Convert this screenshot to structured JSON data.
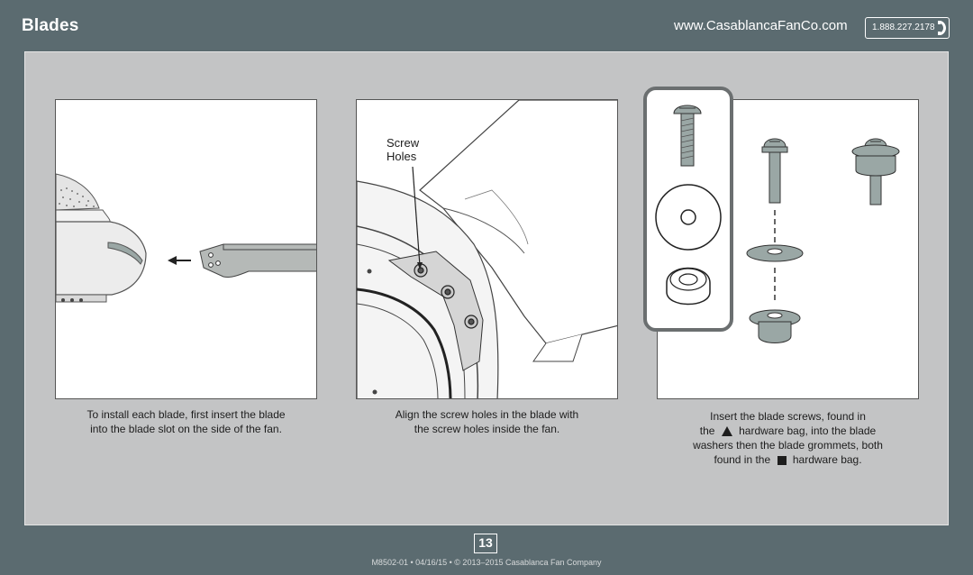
{
  "header": {
    "title": "Blades",
    "website": "www.CasablancaFanCo.com",
    "phone": "1.888.227.2178"
  },
  "steps": [
    {
      "caption_lines": [
        "To install each blade, first insert the blade",
        "into the blade slot on the side of the fan."
      ]
    },
    {
      "callout_lines": [
        "Screw",
        "Holes"
      ],
      "caption_lines": [
        "Align the screw holes in the blade with",
        "the screw holes inside the fan."
      ]
    },
    {
      "caption": {
        "line1": "Insert the blade screws, found in",
        "line2_prefix": "the",
        "line2_suffix": "hardware bag, into the blade",
        "line3": "washers then the blade grommets, both",
        "line4_prefix": "found in the",
        "line4_suffix": "hardware bag."
      },
      "symbols": [
        "triangle-icon",
        "square-icon"
      ]
    }
  ],
  "footer": {
    "page_number": "13",
    "text": "M8502-01 • 04/16/15 • © 2013–2015 Casablanca Fan Company"
  },
  "colors": {
    "background": "#5b6b70",
    "content_box": "#c3c4c5",
    "hardware_fill": "#9aa7a5",
    "blade_fill": "#b5b9b7"
  }
}
